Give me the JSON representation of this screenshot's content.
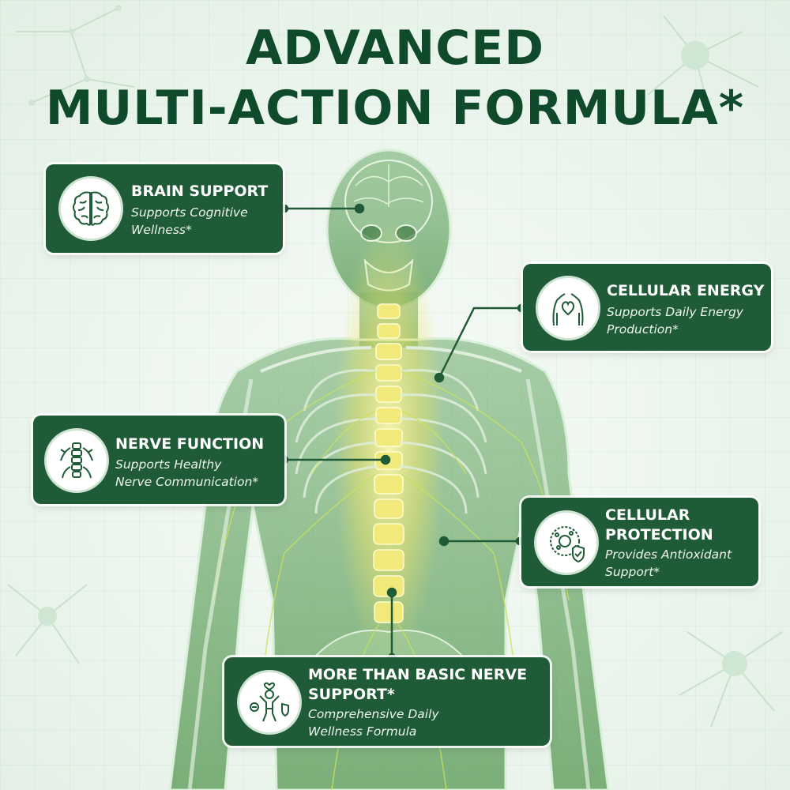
{
  "title": {
    "line1": "ADVANCED",
    "line2": "MULTI-ACTION FORMULA*"
  },
  "callouts": {
    "brain": {
      "heading": "BRAIN SUPPORT",
      "line1": "Supports Cognitive",
      "line2": "Wellness*",
      "icon": "brain-icon"
    },
    "energy": {
      "heading": "CELLULAR ENERGY",
      "line1": "Supports Daily Energy",
      "line2": "Production*",
      "icon": "torso-heart-icon"
    },
    "nerve": {
      "heading": "NERVE FUNCTION",
      "line1": "Supports Healthy",
      "line2": "Nerve Communication*",
      "icon": "spine-icon"
    },
    "protection": {
      "heading1": "CELLULAR",
      "heading2": "PROTECTION",
      "line1": "Provides Antioxidant",
      "line2": "Support*",
      "icon": "cell-shield-icon"
    },
    "more": {
      "heading1": "MORE THAN BASIC NERVE",
      "heading2": "SUPPORT*",
      "line1": "Comprehensive Daily",
      "line2": "Wellness Formula",
      "icon": "person-wellness-icon"
    }
  },
  "colors": {
    "card": "#1f5b36",
    "title": "#0f4a2a",
    "spine_glow": "#f4ee7a",
    "body_green": "#3f8a3a"
  }
}
